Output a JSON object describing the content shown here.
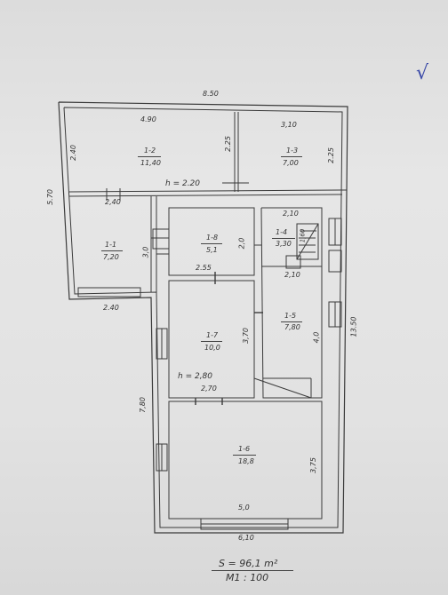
{
  "check_mark": "√",
  "overall": {
    "width": "8.50",
    "height_right": "13.50",
    "height_left": "5.70"
  },
  "rooms": {
    "r2": {
      "number": "1-2",
      "area": "11,40",
      "width": "4.90",
      "side_left": "2.40",
      "side_right": "2.25"
    },
    "r3": {
      "number": "1-3",
      "area": "7,00",
      "width": "3,10",
      "side_right": "2.25"
    },
    "r1": {
      "number": "1-1",
      "area": "7,20",
      "width_top": "2,40",
      "width_bottom": "2.40",
      "side": "3,0"
    },
    "r8": {
      "number": "1-8",
      "area": "5,1",
      "width_bottom": "2.55",
      "side_right": "2,0"
    },
    "r4": {
      "number": "1-4",
      "area": "3,30",
      "width_top": "2,10",
      "width_bottom": "2,10",
      "stair_side": "1,60"
    },
    "r7": {
      "number": "1-7",
      "area": "10,0",
      "side_right": "3,70",
      "width_bottom": "2,70"
    },
    "r5": {
      "number": "1-5",
      "area": "7,80",
      "side_right": "4,0"
    },
    "r6": {
      "number": "1-6",
      "area": "18,8",
      "width_inner": "5,0",
      "width_outer": "6,10",
      "side_left": "7,80",
      "side_right": "3,75"
    }
  },
  "heights": {
    "upper": "h = 2.20",
    "lower": "h = 2,80"
  },
  "footer": {
    "total_area": "S = 96,1 m²",
    "scale": "M1 : 100"
  }
}
